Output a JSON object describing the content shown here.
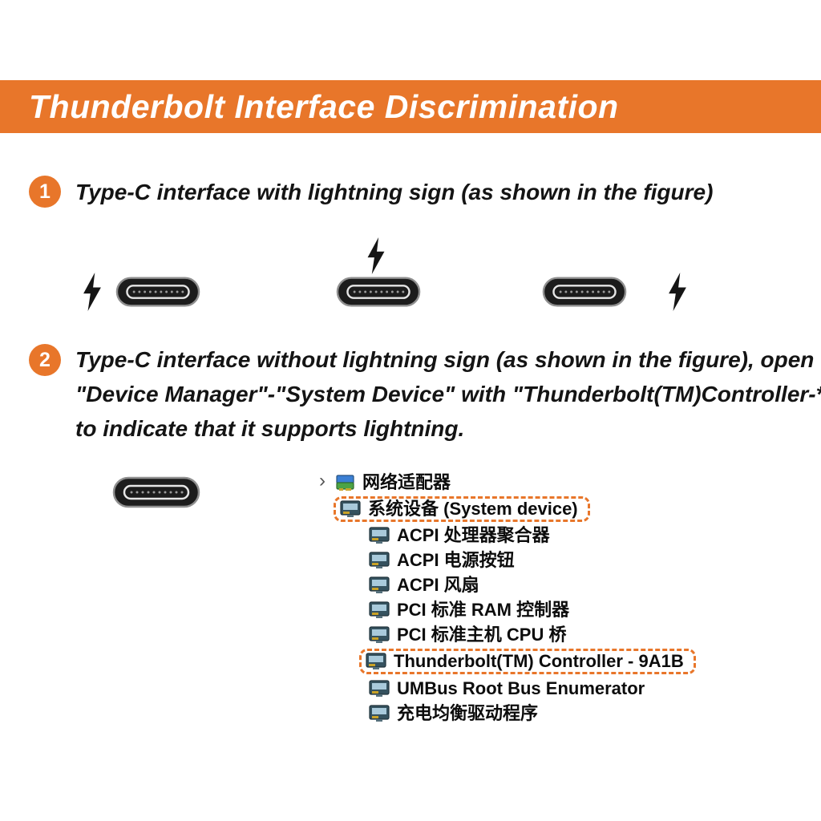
{
  "colors": {
    "accent": "#e8762a",
    "header_text": "#ffffff",
    "body_text": "#141414",
    "highlight_border": "#e8762a",
    "connector_fill": "#1c1c1c"
  },
  "header": {
    "title": "Thunderbolt Interface Discrimination"
  },
  "steps": [
    {
      "number": "1",
      "lines": [
        "Type-C interface with lightning sign (as shown in the figure)"
      ]
    },
    {
      "number": "2",
      "lines": [
        "Type-C interface without lightning sign (as shown in the figure), open",
        "\"Device Manager\"-\"System Device\" with \"Thunderbolt(TM)Controller-****\"",
        "to indicate that it supports lightning."
      ]
    }
  ],
  "illustrations": {
    "lightning_bolt_icon": "thunderbolt-lightning-icon",
    "usb_c_connector": "usb-c-port-illustration",
    "bolt_count": 3,
    "connector_count": 4
  },
  "device_tree": {
    "root": {
      "expander": "›",
      "label": "网络适配器"
    },
    "parent": {
      "label": "系统设备 (System device)",
      "highlighted": true
    },
    "items": [
      {
        "label": "ACPI 处理器聚合器",
        "highlighted": false
      },
      {
        "label": "ACPI 电源按钮",
        "highlighted": false
      },
      {
        "label": "ACPI 风扇",
        "highlighted": false
      },
      {
        "label": "PCI 标准 RAM 控制器",
        "highlighted": false
      },
      {
        "label": "PCI 标准主机 CPU 桥",
        "highlighted": false
      },
      {
        "label": "Thunderbolt(TM) Controller - 9A1B",
        "highlighted": true
      },
      {
        "label": "UMBus Root Bus Enumerator",
        "highlighted": false
      },
      {
        "label": "充电均衡驱动程序",
        "highlighted": false
      }
    ]
  }
}
